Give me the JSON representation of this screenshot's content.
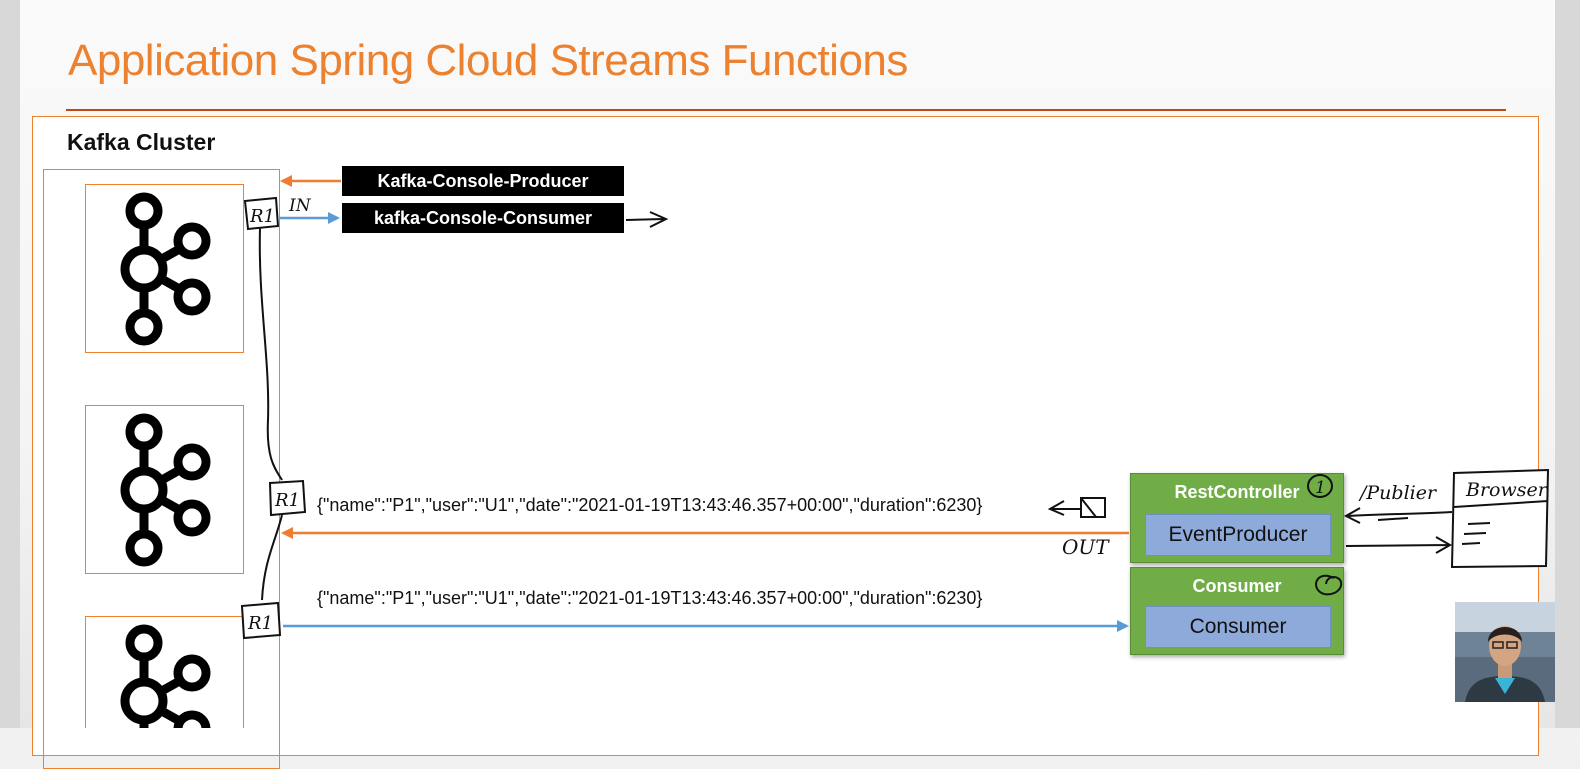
{
  "slide": {
    "title": "Application Spring Cloud Streams Functions",
    "cluster_label": "Kafka Cluster"
  },
  "cli": {
    "producer_label": "Kafka-Console-Producer",
    "consumer_label": "kafka-Console-Consumer"
  },
  "messages": {
    "out_message": "{\"name\":\"P1\",\"user\":\"U1\",\"date\":\"2021-01-19T13:43:46.357+00:00\",\"duration\":6230}",
    "in_message": "{\"name\":\"P1\",\"user\":\"U1\",\"date\":\"2021-01-19T13:43:46.357+00:00\",\"duration\":6230}"
  },
  "rest_controller": {
    "title": "RestController",
    "inner_label": "EventProducer"
  },
  "consumer_service": {
    "title": "Consumer",
    "inner_label": "Consumer"
  },
  "annotations": {
    "partition_top": "R1",
    "partition_mid": "R1",
    "partition_bottom": "R1",
    "in_label": "IN",
    "out_label": "OUT",
    "publish_label": "/Publier",
    "browser_label": "Browser",
    "number_badge": "1"
  },
  "colors": {
    "title_orange": "#ec8230",
    "rule_red": "#c0461c",
    "arrow_orange": "#ed7d31",
    "arrow_blue": "#5b9bd5",
    "service_green": "#70ad47",
    "inner_blue": "#8eaadb"
  },
  "icons": [
    "kafka-logo",
    "webcam-presenter"
  ]
}
